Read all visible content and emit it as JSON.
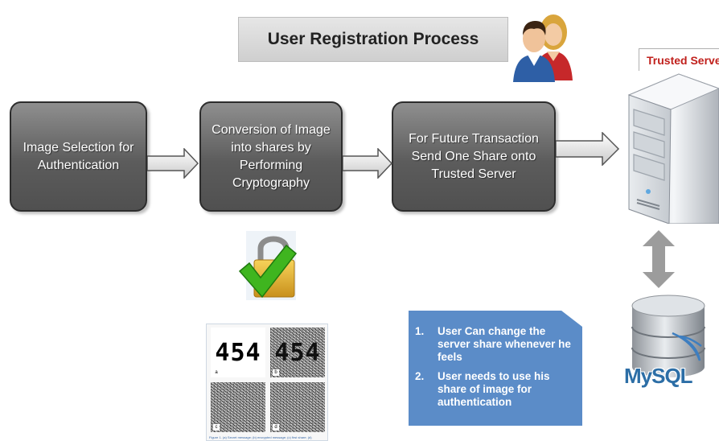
{
  "title": "User Registration Process",
  "steps": [
    {
      "text": "Image Selection for Authentication"
    },
    {
      "text": "Conversion of Image into shares by Performing Cryptography"
    },
    {
      "text": "For Future Transaction Send One Share onto Trusted Server"
    }
  ],
  "server": {
    "label": "Trusted Server"
  },
  "database": {
    "logo_text": "MySQL"
  },
  "notes": [
    {
      "number": "1.",
      "text": "User Can change the server share whenever he feels"
    },
    {
      "number": "2.",
      "text": "User needs to use his share of image for authentication"
    }
  ],
  "shares_figure": {
    "panels": [
      {
        "tag": "a",
        "digits": "454"
      },
      {
        "tag": "b",
        "digits": "454"
      },
      {
        "tag": "c",
        "digits": ""
      },
      {
        "tag": "d",
        "digits": ""
      }
    ],
    "caption": "Figure 1. (a) Secret message; (b) encrypted message; (c) first share; (d)"
  },
  "colors": {
    "step_fill": "#5c5c5c",
    "note_fill": "#5b8cc8",
    "server_label": "#c0201c",
    "check": "#3fb51f",
    "lock": "#e2b62a"
  }
}
